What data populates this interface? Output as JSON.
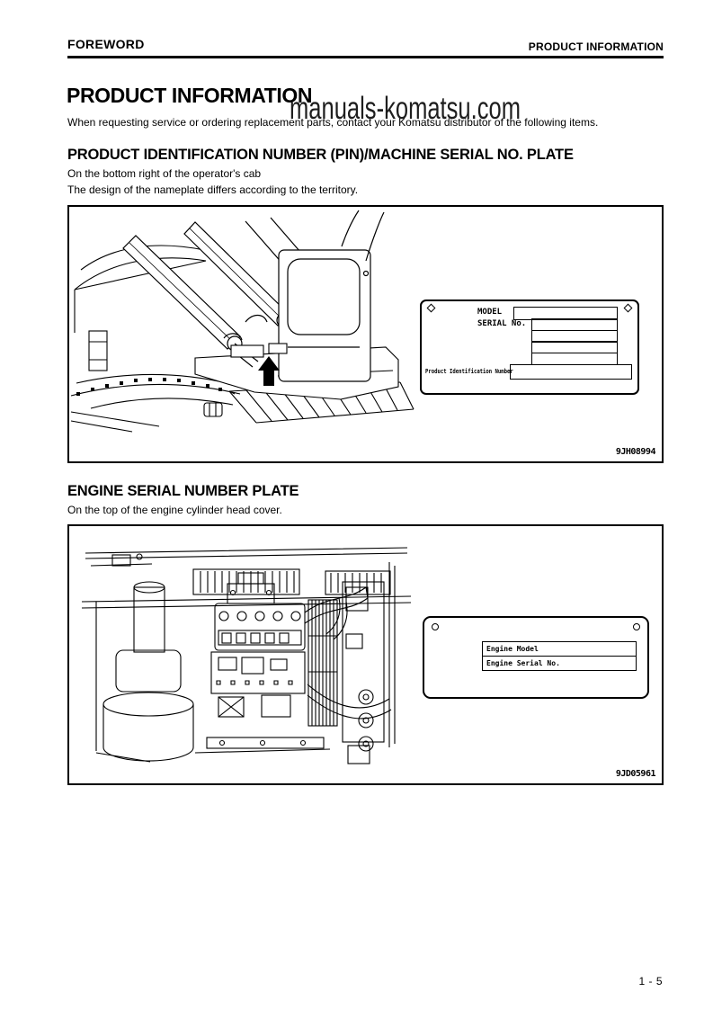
{
  "header": {
    "left": "FOREWORD",
    "right": "PRODUCT INFORMATION"
  },
  "watermark": "manuals-komatsu.com",
  "title": "PRODUCT INFORMATION",
  "intro": "When requesting service or ordering replacement parts, contact your Komatsu distributor of the following items.",
  "section1": {
    "heading": "PRODUCT IDENTIFICATION NUMBER (PIN)/MACHINE SERIAL NO. PLATE",
    "body1": "On the bottom right of the operator's cab",
    "body2": "The design of the nameplate differs according to the territory.",
    "figure_code": "9JH08994",
    "plate": {
      "model_label": "MODEL",
      "serial_label": "SERIAL No.",
      "pin_label": "Product Identification Number"
    }
  },
  "section2": {
    "heading": "ENGINE SERIAL NUMBER PLATE",
    "body1": "On the top of the engine cylinder head cover.",
    "figure_code": "9JD05961",
    "plate": {
      "row1": "Engine Model",
      "row2": "Engine Serial No."
    }
  },
  "page": {
    "number": "1 - 5"
  }
}
